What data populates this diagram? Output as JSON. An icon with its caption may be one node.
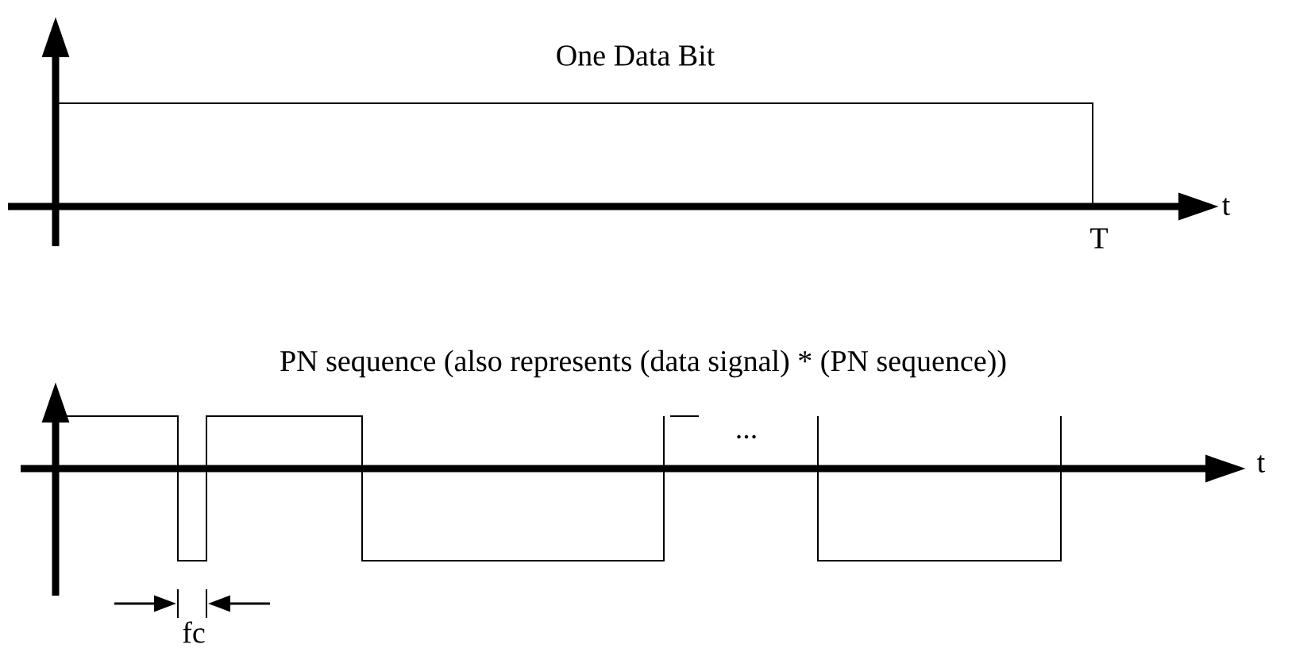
{
  "diagram": {
    "labels": [
      "One Data Bit",
      "t",
      "T",
      "PN sequence (also represents (data signal) * (PN sequence))",
      "...",
      "t",
      "fc"
    ]
  }
}
